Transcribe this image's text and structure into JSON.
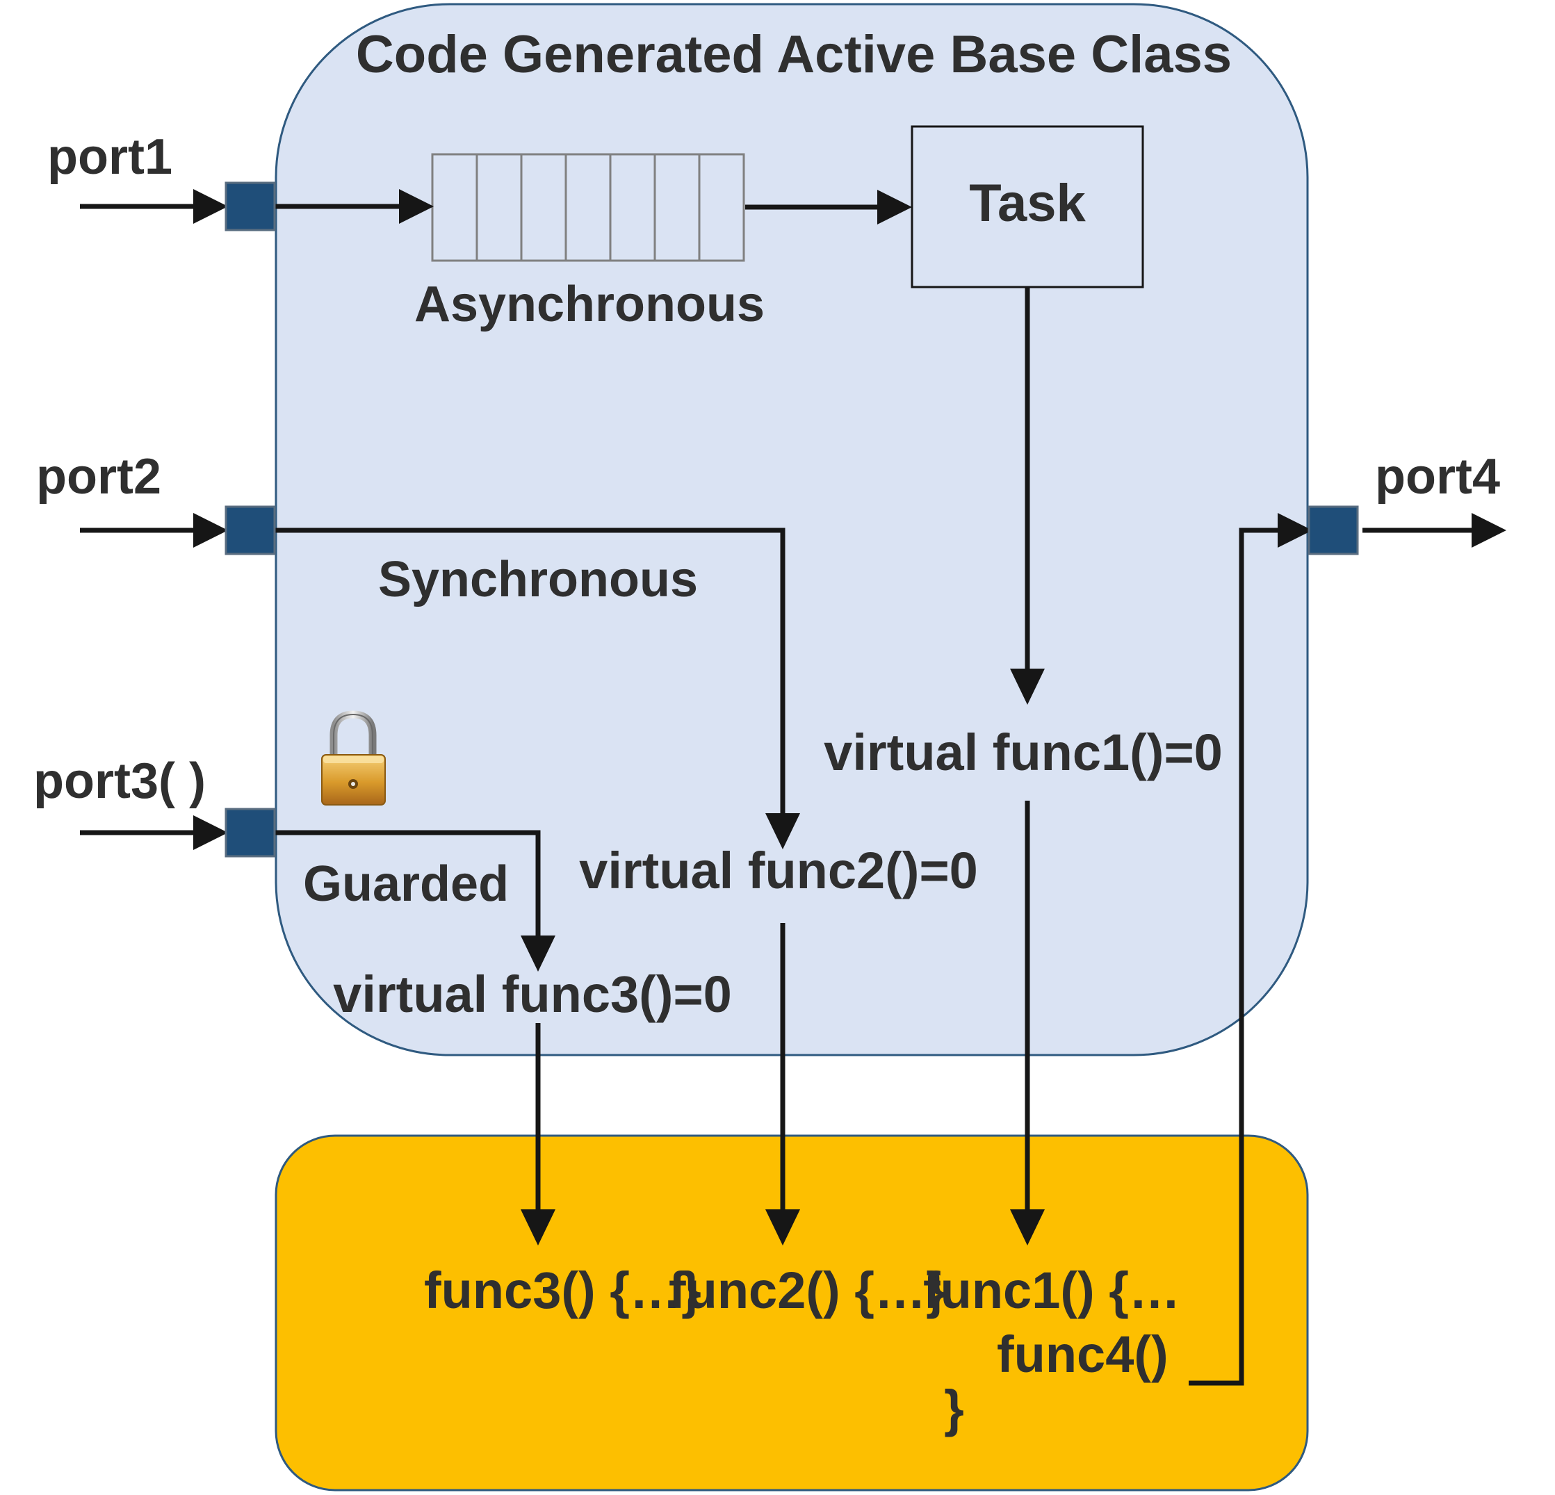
{
  "title": "Code Generated Active Base Class",
  "ports": {
    "port1": "port1",
    "port2": "port2",
    "port3": "port3( )",
    "port4": "port4"
  },
  "modes": {
    "asynchronous": "Asynchronous",
    "synchronous": "Synchronous",
    "guarded": "Guarded"
  },
  "task": "Task",
  "virtual_functions": {
    "func1": "virtual func1()=0",
    "func2": "virtual func2()=0",
    "func3": "virtual func3()=0"
  },
  "implementations": {
    "func3": "func3() {…}",
    "func2": "func2() {…}",
    "func1_open": "func1() {…",
    "func1_call": "func4()",
    "func1_close": "}"
  },
  "icons": {
    "guard": "padlock-icon"
  },
  "colors": {
    "base_class_fill": "#dae3f3",
    "base_class_stroke": "#2f5a80",
    "implementation_fill": "#fdbf00",
    "implementation_stroke": "#2f5a80",
    "port": "#1f4e79",
    "wire": "#161616"
  }
}
